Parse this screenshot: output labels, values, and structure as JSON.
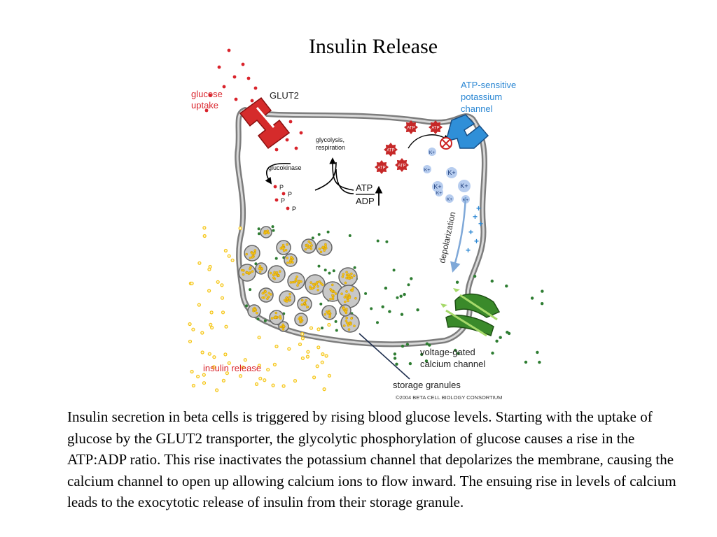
{
  "slide": {
    "title": "Insulin Release",
    "description": "Insulin secretion in beta cells is triggered by rising blood glucose levels. Starting with the uptake of glucose by the GLUT2 transporter, the glycolytic phosphorylation of glucose causes a rise in the ATP:ADP ratio. This rise inactivates the potassium channel that depolarizes the membrane, causing the calcium channel to open up allowing calcium ions to flow inward. The ensuing rise in levels of calcium leads to the exocytotic release of insulin from their storage granule."
  },
  "diagram": {
    "labels": {
      "glucose_uptake_line1": "glucose",
      "glucose_uptake_line2": "uptake",
      "glut2": "GLUT2",
      "glycolysis_line1": "glycolysis,",
      "glycolysis_line2": "respiration",
      "glucokinase": "glucokinase",
      "atp": "ATP",
      "adp": "ADP",
      "katp_line1": "ATP-sensitive",
      "katp_line2": "potassium",
      "katp_line3": "channel",
      "depolarization": "depolarization",
      "voltage_line1": "voltage-gated",
      "voltage_line2": "calcium channel",
      "storage_granules": "storage granules",
      "insulin_release": "insulin release",
      "copyright": "©2004 BETA CELL BIOLOGY CONSORTIUM",
      "phosphate": "P",
      "atp_molecule": "ATP",
      "potassium_ion": "K+",
      "plus_charge": "+"
    },
    "colors": {
      "glucose": "#d9232b",
      "membrane": "#a9a9a9",
      "potassium_channel": "#2f8fd8",
      "potassium_ion": "#b7cdef",
      "calcium_channel": "#3a8a2a",
      "calcium_ion": "#2e7d32",
      "insulin": "#f5c518",
      "granule": "#c8c8c8",
      "atp_molecule": "#c62828",
      "katp_label": "#2b87d3"
    }
  }
}
